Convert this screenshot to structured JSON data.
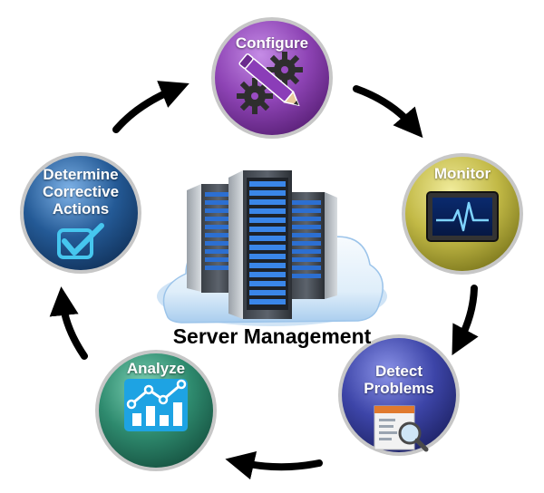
{
  "center": {
    "title": "Server Management"
  },
  "nodes": {
    "configure": {
      "label": "Configure",
      "color": "#8e44b5",
      "icon": "pencil-gears-icon"
    },
    "monitor": {
      "label": "Monitor",
      "color": "#b9b03a",
      "icon": "heartbeat-monitor-icon"
    },
    "detect": {
      "label_line1": "Detect",
      "label_line2": "Problems",
      "color": "#3d45a8",
      "icon": "document-magnifier-icon"
    },
    "analyze": {
      "label": "Analyze",
      "color": "#2e8a6e",
      "icon": "bar-chart-trend-icon"
    },
    "determine": {
      "label_line1": "Determine",
      "label_line2": "Corrective",
      "label_line3": "Actions",
      "color": "#245a96",
      "icon": "checkmark-icon"
    }
  },
  "cycle_order": [
    "Configure",
    "Monitor",
    "Detect Problems",
    "Analyze",
    "Determine Corrective Actions"
  ]
}
